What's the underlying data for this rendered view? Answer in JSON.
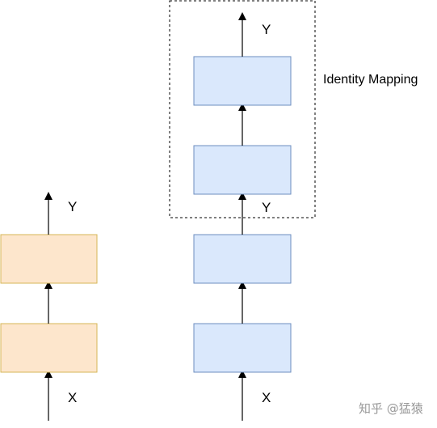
{
  "diagram": {
    "shallow": {
      "input_label": "X",
      "output_label": "Y",
      "layer_fill": "#fde6cc",
      "layer_stroke": "#d6b656"
    },
    "deep": {
      "input_label": "X",
      "mid_label": "Y",
      "output_label": "Y",
      "layer_fill": "#dae8fc",
      "layer_stroke": "#6c8ebf"
    },
    "identity_group_label": "Identity Mapping",
    "watermark": "知乎 @猛猿"
  }
}
